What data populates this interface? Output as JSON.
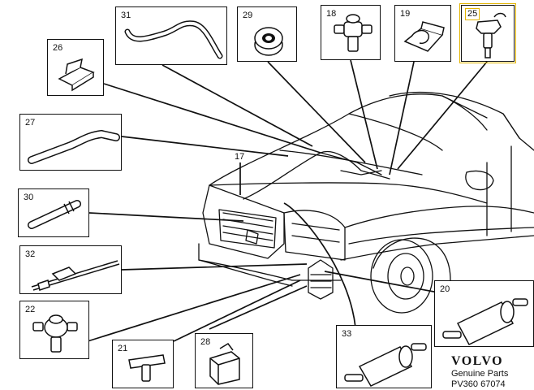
{
  "callouts": [
    {
      "id": "31",
      "label": "31",
      "part": "hose-bent"
    },
    {
      "id": "29",
      "label": "29",
      "part": "grommet"
    },
    {
      "id": "18",
      "label": "18",
      "part": "check-valve-tee"
    },
    {
      "id": "19",
      "label": "19",
      "part": "hose-clip"
    },
    {
      "id": "25",
      "label": "25",
      "part": "washer-nozzle",
      "highlighted": true
    },
    {
      "id": "26",
      "label": "26",
      "part": "bracket"
    },
    {
      "id": "27",
      "label": "27",
      "part": "hose-elbow"
    },
    {
      "id": "30",
      "label": "30",
      "part": "hose-straight"
    },
    {
      "id": "32",
      "label": "32",
      "part": "hose-holder"
    },
    {
      "id": "22",
      "label": "22",
      "part": "check-valve"
    },
    {
      "id": "21",
      "label": "21",
      "part": "tee-connector"
    },
    {
      "id": "28",
      "label": "28",
      "part": "clip"
    },
    {
      "id": "33",
      "label": "33",
      "part": "filter"
    },
    {
      "id": "20",
      "label": "20",
      "part": "filter"
    }
  ],
  "hood_label": "17",
  "brand": {
    "name": "VOLVO",
    "line1": "Genuine Parts",
    "line2": "PV360 67074"
  },
  "colors": {
    "ink": "#111111",
    "highlight": "#e3b400",
    "background": "#ffffff"
  }
}
